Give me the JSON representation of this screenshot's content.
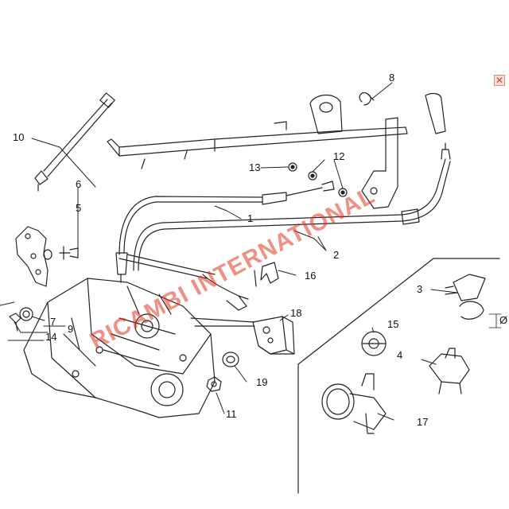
{
  "diagram": {
    "callouts": {
      "c1": "1",
      "c2": "2",
      "c3": "3",
      "c4": "4",
      "c5": "5",
      "c6": "6",
      "c7": "7",
      "c8": "8",
      "c9": "9",
      "c10": "10",
      "c11": "11",
      "c12": "12",
      "c13": "13",
      "c14": "14",
      "c15": "15",
      "c16": "16",
      "c17": "17",
      "c18": "18",
      "c19": "19"
    },
    "dimension_symbol": "Ø",
    "watermark": "RICAMBI INTERNATIONAL"
  },
  "controls": {
    "close_icon": "close-icon",
    "close_glyph": "✕"
  },
  "colors": {
    "line": "#222222",
    "watermark": "#e0341f",
    "close": "#d0402a"
  }
}
